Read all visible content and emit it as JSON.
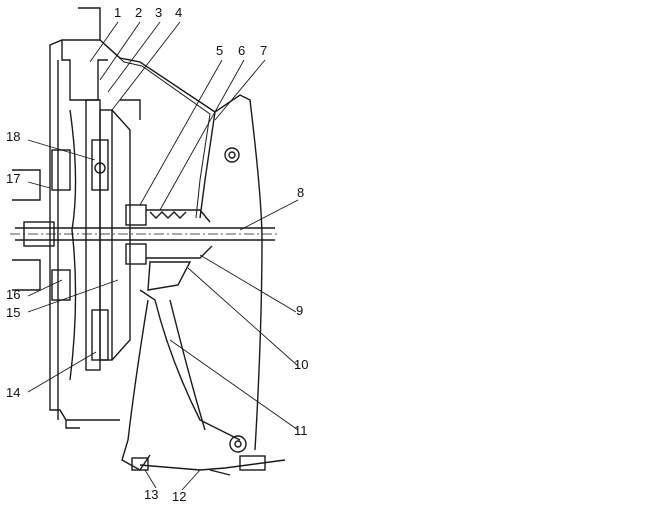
{
  "diagram": {
    "title": "Clutch assembly cross-section",
    "callouts": [
      "1",
      "2",
      "3",
      "4",
      "5",
      "6",
      "7",
      "8",
      "9",
      "10",
      "11",
      "12",
      "13",
      "14",
      "15",
      "16",
      "17",
      "18"
    ]
  },
  "colors": {
    "ink": "#1a1a1a",
    "paper": "#ffffff"
  }
}
